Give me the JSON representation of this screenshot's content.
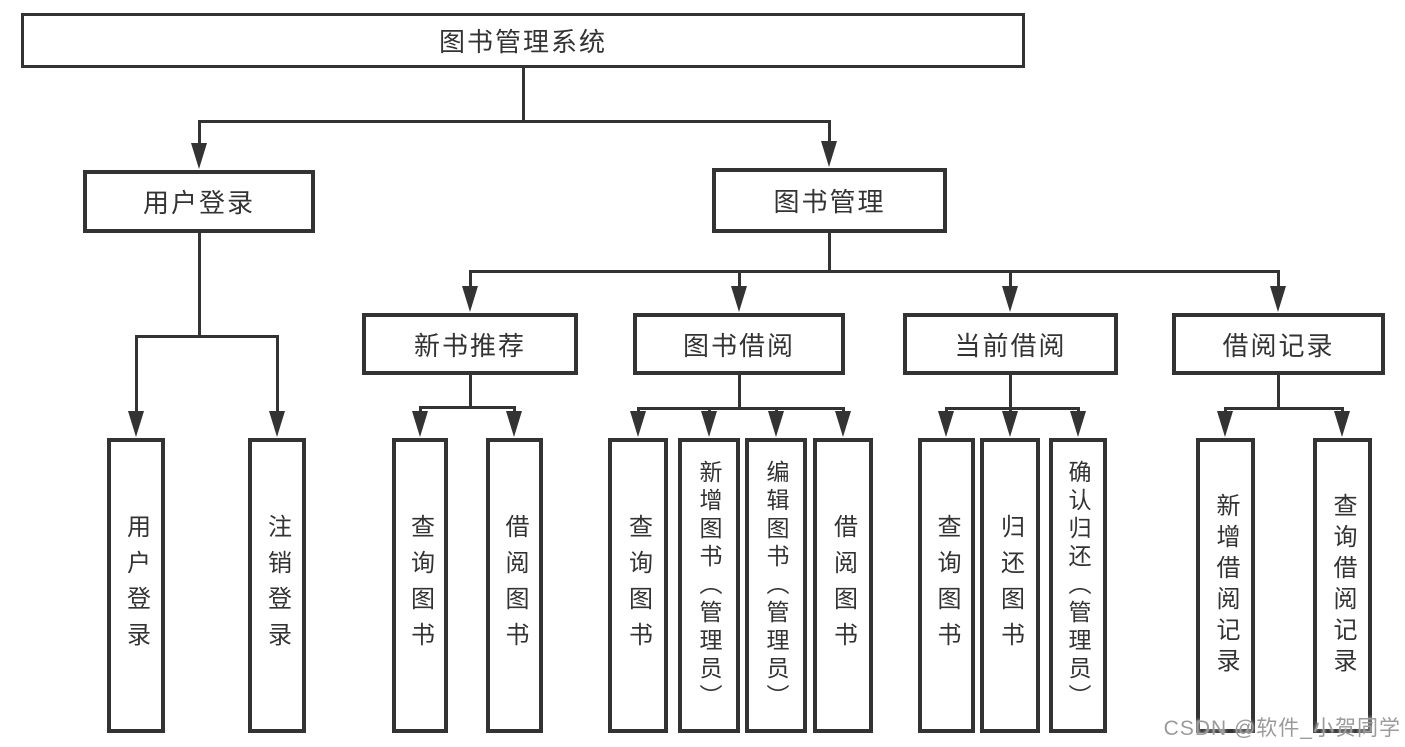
{
  "diagram": {
    "root": {
      "label": "图书管理系统"
    },
    "level2": {
      "user_login": {
        "label": "用户登录"
      },
      "book_mgmt": {
        "label": "图书管理"
      }
    },
    "level3": {
      "new_book": {
        "label": "新书推荐"
      },
      "borrow": {
        "label": "图书借阅"
      },
      "current": {
        "label": "当前借阅"
      },
      "records": {
        "label": "借阅记录"
      }
    },
    "leaves": {
      "ul_login": {
        "label": "用户登录"
      },
      "ul_logout": {
        "label": "注销登录"
      },
      "nb_query": {
        "label": "查询图书"
      },
      "nb_borrow": {
        "label": "借阅图书"
      },
      "bb_query": {
        "label": "查询图书"
      },
      "bb_add": {
        "label": "新增图书（管理员）"
      },
      "bb_edit": {
        "label": "编辑图书（管理员）"
      },
      "bb_borrow": {
        "label": "借阅图书"
      },
      "cb_query": {
        "label": "查询图书"
      },
      "cb_return": {
        "label": "归还图书"
      },
      "cb_confirm": {
        "label": "确认归还（管理员）"
      },
      "br_add": {
        "label": "新增借阅记录"
      },
      "br_query": {
        "label": "查询借阅记录"
      }
    },
    "hierarchy": {
      "图书管理系统": {
        "用户登录": [
          "用户登录",
          "注销登录"
        ],
        "图书管理": {
          "新书推荐": [
            "查询图书",
            "借阅图书"
          ],
          "图书借阅": [
            "查询图书",
            "新增图书（管理员）",
            "编辑图书（管理员）",
            "借阅图书"
          ],
          "当前借阅": [
            "查询图书",
            "归还图书",
            "确认归还（管理员）"
          ],
          "借阅记录": [
            "新增借阅记录",
            "查询借阅记录"
          ]
        }
      }
    }
  },
  "watermark": {
    "text": "CSDN @软件_小贺同学"
  },
  "colors": {
    "line": "#333333",
    "box_border": "#333333",
    "text": "#333333",
    "watermark": "#9b9b9b",
    "background": "#ffffff"
  }
}
